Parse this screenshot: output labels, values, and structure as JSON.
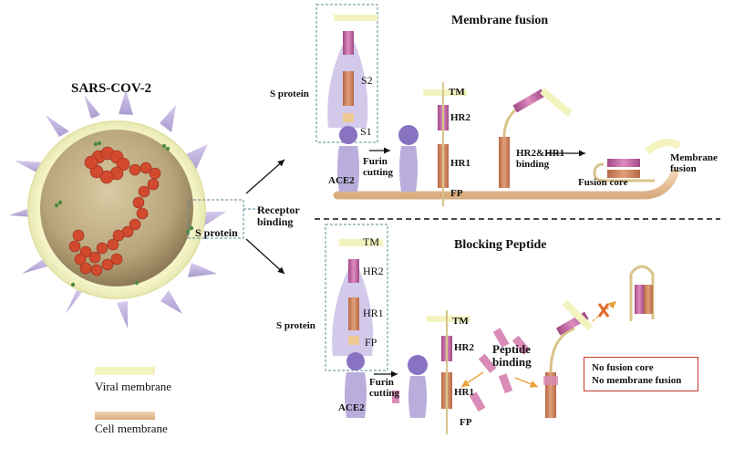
{
  "virus": {
    "title": "SARS-COV-2",
    "s_protein_label": "S protein"
  },
  "receptor_binding": "Receptor binding",
  "membrane_fusion_panel": {
    "title": "Membrane fusion",
    "s_protein": "S protein",
    "s2": "S2",
    "s1": "S1",
    "ace2": "ACE2",
    "furin_cutting": "Furin cutting",
    "tm": "TM",
    "hr2": "HR2",
    "hr1": "HR1",
    "fp": "FP",
    "hr2_hr1_binding": "HR2&HR1 binding",
    "fusion_core": "Fusion core",
    "membrane_fusion": "Membrane fusion"
  },
  "blocking_peptide_panel": {
    "title": "Blocking Peptide",
    "tm_box": "TM",
    "hr2_box": "HR2",
    "hr1_box": "HR1",
    "fp_box": "FP",
    "s_protein": "S protein",
    "ace2": "ACE2",
    "furin_cutting": "Furin cutting",
    "tm": "TM",
    "hr2": "HR2",
    "hr1": "HR1",
    "fp": "FP",
    "peptide_binding": "Peptide binding",
    "no_fusion_core": "No fusion core",
    "no_membrane_fusion": "No membrane fusion"
  },
  "legend": {
    "viral_membrane": "Viral membrane",
    "cell_membrane": "Cell membrane"
  },
  "colors": {
    "viral_membrane": "#f3f3c0",
    "cell_membrane": "#e8c49a",
    "spike": "#b9a8d9",
    "hr_pink": "#c96fa8",
    "hr_orange": "#d08a66",
    "fp_tan": "#f0c992",
    "virus_body": "#c2b08a",
    "rna": "#d24a2e",
    "alert_border": "#c0392b"
  }
}
